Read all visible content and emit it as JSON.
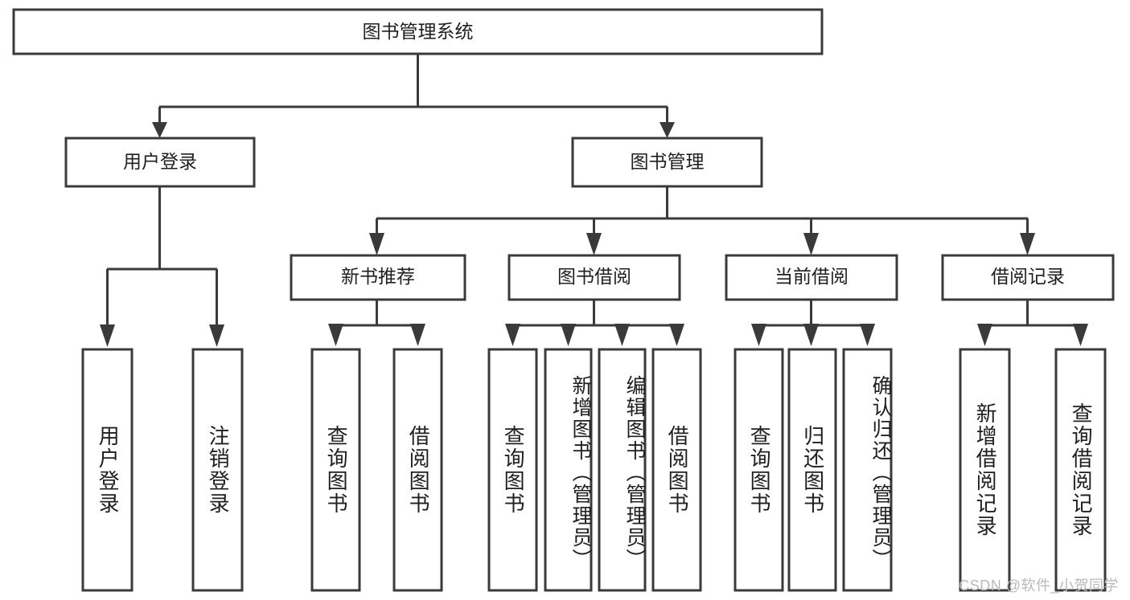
{
  "diagram": {
    "type": "tree-hierarchy-chart",
    "title": "图书管理系统",
    "watermark": "CSDN @软件_小贺同学",
    "colors": {
      "box_stroke": "#3a3a3a",
      "box_fill": "#ffffff",
      "text": "#1f1f1f",
      "background": "#ffffff",
      "watermark": "#b9b9b9"
    },
    "levels": {
      "level1": [
        {
          "id": "root",
          "label": "图书管理系统",
          "orientation": "horizontal"
        }
      ],
      "level2": [
        {
          "id": "user-login",
          "label": "用户登录",
          "orientation": "horizontal"
        },
        {
          "id": "book-manage",
          "label": "图书管理",
          "orientation": "horizontal"
        }
      ],
      "level3": [
        {
          "id": "new-book-recommend",
          "label": "新书推荐",
          "orientation": "horizontal"
        },
        {
          "id": "book-borrow",
          "label": "图书借阅",
          "orientation": "horizontal"
        },
        {
          "id": "current-borrow",
          "label": "当前借阅",
          "orientation": "horizontal"
        },
        {
          "id": "borrow-record",
          "label": "借阅记录",
          "orientation": "horizontal"
        }
      ],
      "level4": [
        {
          "id": "leaf-user-login",
          "label": "用户登录",
          "orientation": "vertical",
          "parent": "user-login"
        },
        {
          "id": "leaf-logout-login",
          "label": "注销登录",
          "orientation": "vertical",
          "parent": "user-login"
        },
        {
          "id": "leaf-query-book-1",
          "label": "查询图书",
          "orientation": "vertical",
          "parent": "new-book-recommend"
        },
        {
          "id": "leaf-borrow-book-1",
          "label": "借阅图书",
          "orientation": "vertical",
          "parent": "new-book-recommend"
        },
        {
          "id": "leaf-query-book-2",
          "label": "查询图书",
          "orientation": "vertical",
          "parent": "book-borrow"
        },
        {
          "id": "leaf-add-book",
          "label": "新增图书（管理员）",
          "orientation": "vertical",
          "parent": "book-borrow"
        },
        {
          "id": "leaf-edit-book",
          "label": "编辑图书（管理员）",
          "orientation": "vertical",
          "parent": "book-borrow"
        },
        {
          "id": "leaf-borrow-book-2",
          "label": "借阅图书",
          "orientation": "vertical",
          "parent": "book-borrow"
        },
        {
          "id": "leaf-query-book-3",
          "label": "查询图书",
          "orientation": "vertical",
          "parent": "current-borrow"
        },
        {
          "id": "leaf-return-book",
          "label": "归还图书",
          "orientation": "vertical",
          "parent": "current-borrow"
        },
        {
          "id": "leaf-confirm-return",
          "label": "确认归还（管理员）",
          "orientation": "vertical",
          "parent": "current-borrow"
        },
        {
          "id": "leaf-add-record",
          "label": "新增借阅记录",
          "orientation": "vertical",
          "parent": "borrow-record"
        },
        {
          "id": "leaf-query-record",
          "label": "查询借阅记录",
          "orientation": "vertical",
          "parent": "borrow-record"
        }
      ]
    }
  }
}
